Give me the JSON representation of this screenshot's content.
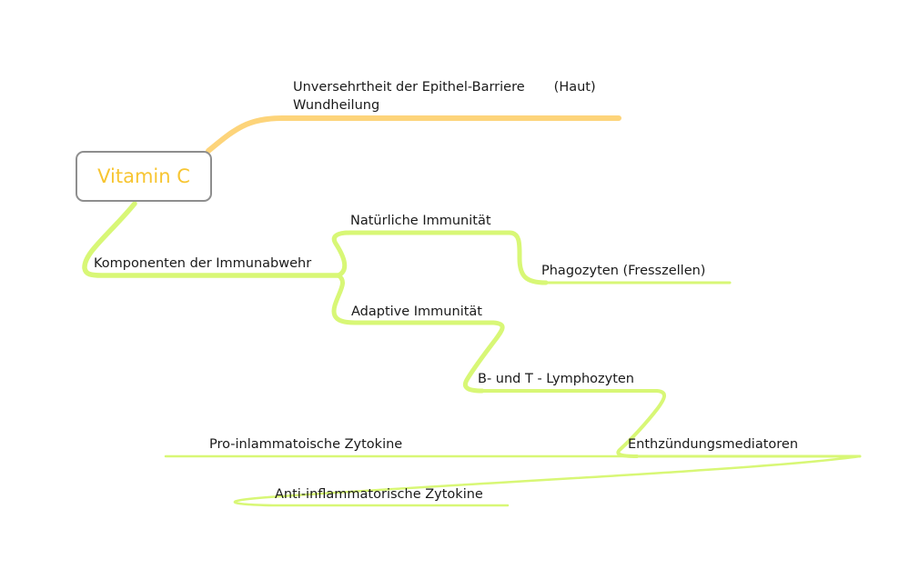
{
  "mindmap": {
    "root": {
      "label": "Vitamin C",
      "color": "#f7c531",
      "border_color": "#8e8e8e"
    },
    "branch_colors": {
      "orange": "#fdd47a",
      "green": "#d8f776"
    },
    "nodes": {
      "barrier": {
        "line1a": "Unversehrtheit der Epithel-Barriere",
        "line1b": "(Haut)",
        "line2": "Wundheilung"
      },
      "immune_components": {
        "label": "Komponenten der Immunabwehr"
      },
      "innate_immunity": {
        "label": "Natürliche Immunität"
      },
      "phagocytes": {
        "label": "Phagozyten (Fresszellen)"
      },
      "adaptive_immunity": {
        "label": "Adaptive Immunität"
      },
      "lymphocytes": {
        "label": "B- und T - Lymphozyten"
      },
      "inflammation_mediators": {
        "label": "Enthzündungsmediatoren"
      },
      "pro_inflammatory": {
        "label": "Pro-inlammatoische Zytokine"
      },
      "anti_inflammatory": {
        "label": "Anti-inflammatorische Zytokine"
      }
    }
  }
}
